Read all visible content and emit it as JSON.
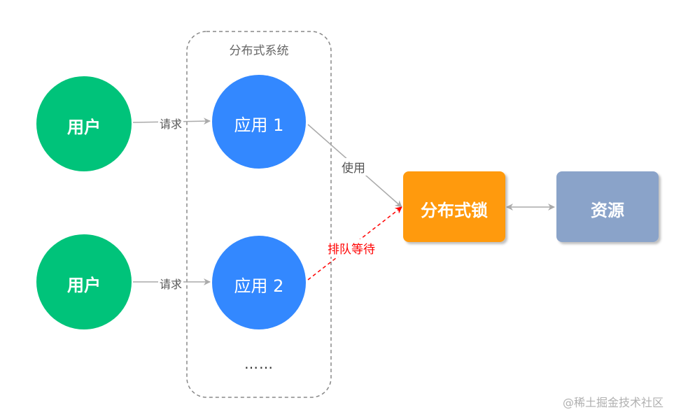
{
  "group": {
    "label": "分布式系统",
    "ellipsis": "……"
  },
  "nodes": {
    "user_1": "用户",
    "user_2": "用户",
    "app_1": "应用 1",
    "app_2": "应用 2",
    "lock": "分布式锁",
    "resource": "资源"
  },
  "edges": {
    "request_1": "请求",
    "request_2": "请求",
    "use": "使用",
    "queue": "排队等待"
  },
  "watermark": "@稀土掘金技术社区",
  "colors": {
    "user": "#00c37a",
    "app": "#3388ff",
    "lock": "#ff9a0b",
    "resource": "#8aa3c9",
    "edge": "#aaaaaa",
    "queue_edge": "#ff0000",
    "group_border": "#888888"
  }
}
